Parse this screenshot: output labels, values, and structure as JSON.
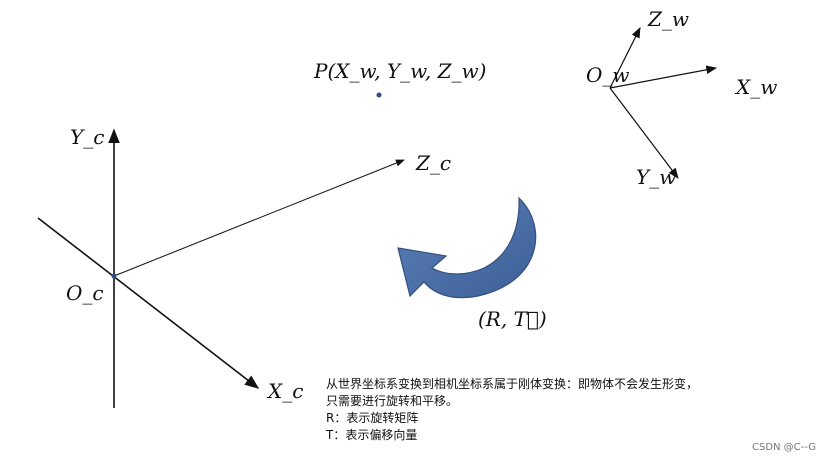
{
  "point_label": "P(X_w, Y_w, Z_w)",
  "camera_frame": {
    "origin": "O_c",
    "x_axis": "X_c",
    "y_axis": "Y_c",
    "z_axis": "Z_c"
  },
  "world_frame": {
    "origin": "O_w",
    "x_axis": "X_w",
    "y_axis": "Y_w",
    "z_axis": "Z_w"
  },
  "transform_label": "(R, T⃗)",
  "arrow_color": "#4a6fa5",
  "caption": {
    "line1": "从世界坐标系变换到相机坐标系属于刚体变换：即物体不会发生形变，",
    "line2": "只需要进行旋转和平移。",
    "line3": "R：表示旋转矩阵",
    "line4": "T：表示偏移向量"
  },
  "watermark": "CSDN @C--G"
}
